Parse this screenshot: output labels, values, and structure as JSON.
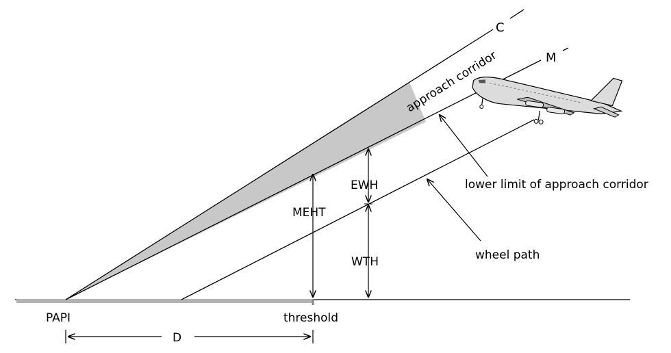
{
  "labels": {
    "c": "C",
    "m": "M",
    "approach_corridor": "approach corridor",
    "lower_limit": "lower limit of approach corridor",
    "wheel_path": "wheel path",
    "ewh": "EWH",
    "meht": "MEHT",
    "wth": "WTH",
    "papi": "PAPI",
    "threshold": "threshold",
    "d": "D"
  },
  "colors": {
    "ink": "#000000",
    "corridor_fill": "#c8c8c8",
    "runway": "#b4b4b4",
    "aircraft_body": "#dcdcdc"
  }
}
